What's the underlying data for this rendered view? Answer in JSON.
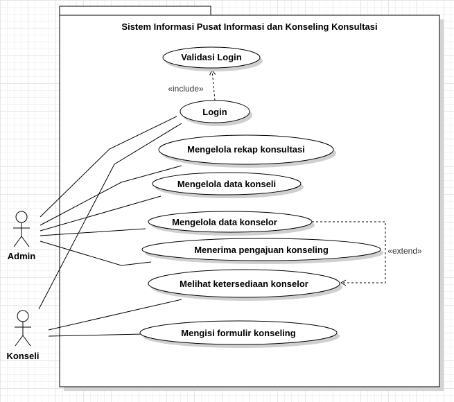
{
  "system": {
    "title": "Sistem Informasi Pusat Informasi dan Konseling Konsultasi"
  },
  "actors": [
    {
      "id": "admin",
      "label": "Admin"
    },
    {
      "id": "konseli",
      "label": "Konseli"
    }
  ],
  "use_cases": [
    {
      "id": "validasi-login",
      "label": "Validasi Login"
    },
    {
      "id": "login",
      "label": "Login"
    },
    {
      "id": "rekap-konsultasi",
      "label": "Mengelola rekap konsultasi"
    },
    {
      "id": "data-konseli",
      "label": "Mengelola data konseli"
    },
    {
      "id": "data-konselor",
      "label": "Mengelola data konselor"
    },
    {
      "id": "pengajuan-konseling",
      "label": "Menerima pengajuan konseling"
    },
    {
      "id": "ketersediaan-konselor",
      "label": "Melihat ketersediaan konselor"
    },
    {
      "id": "formulir-konseling",
      "label": "Mengisi formulir konseling"
    }
  ],
  "relations": {
    "include_label": "«include»",
    "extend_label": "«extend»"
  },
  "colors": {
    "line": "#000000",
    "fill": "#ffffff",
    "shadow": "#cfcfcf"
  }
}
